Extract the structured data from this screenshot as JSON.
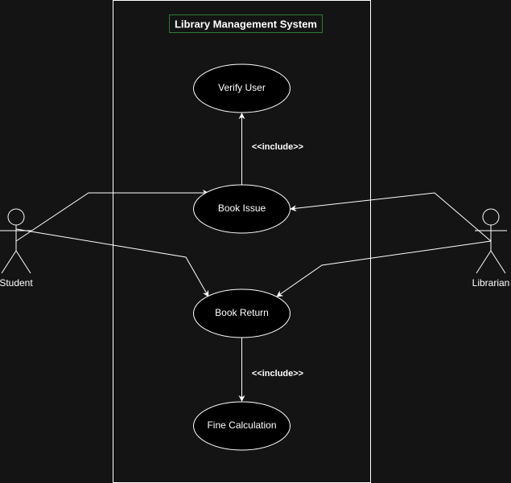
{
  "diagram": {
    "title": "Library Management System",
    "colors": {
      "background": "#141414",
      "stroke": "#ffffff",
      "use_case_fill": "#000000",
      "title_border": "#2e7d32",
      "text": "#ffffff"
    },
    "actors": {
      "student": "Student",
      "librarian": "Librarian"
    },
    "use_cases": {
      "verify_user": "Verify User",
      "book_issue": "Book Issue",
      "book_return": "Book Return",
      "fine_calculation": "Fine Calculation"
    },
    "relations": {
      "include_1": "<<include>>",
      "include_2": "<<include>>"
    }
  }
}
